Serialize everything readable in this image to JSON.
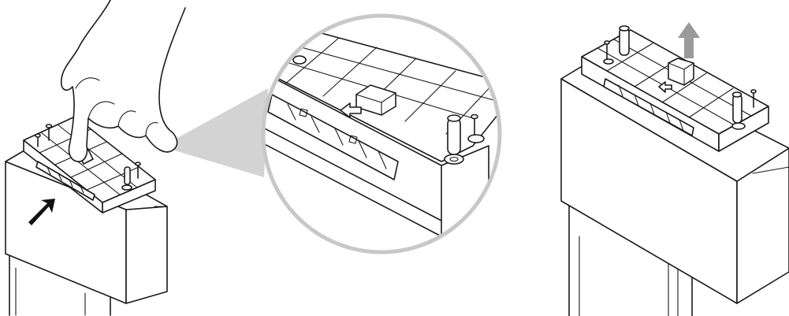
{
  "figure": {
    "description_free": true,
    "panels": [
      {
        "id": "left",
        "arrow": "push-right-arrow"
      },
      {
        "id": "zoom",
        "arrow": "slide-left-arrow"
      },
      {
        "id": "right",
        "arrow": "lift-up-arrow"
      }
    ]
  },
  "colors": {
    "line": "#1a1a1a",
    "zoom_ring": "#c8c8c8",
    "zoom_beam": "#d3d3d3",
    "lift_arrow": "#9a9a9a",
    "push_arrow": "#111111",
    "background": "#ffffff"
  }
}
